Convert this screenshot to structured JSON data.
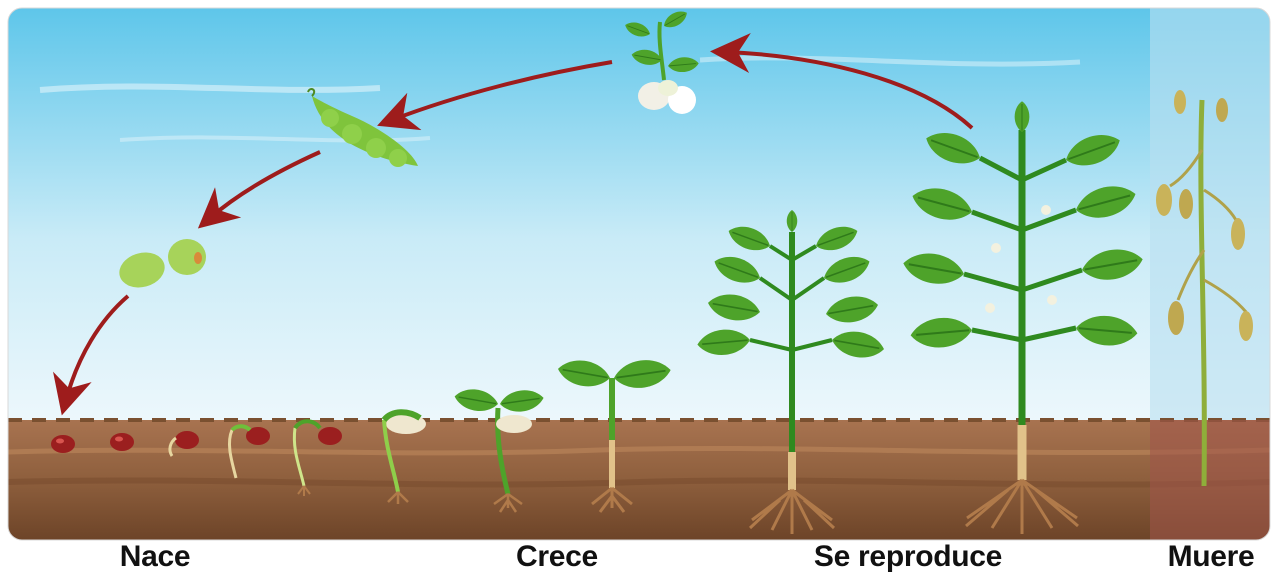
{
  "stages": [
    {
      "label": "Nace"
    },
    {
      "label": "Crece"
    },
    {
      "label": "Se reproduce"
    },
    {
      "label": "Muere"
    }
  ],
  "colors": {
    "sky_top": "#5ec6ea",
    "sky_bottom": "#eef8fc",
    "soil_top": "#9b6a45",
    "soil_dark": "#6d4428",
    "leaf": "#4ea32a",
    "leaf_light": "#8dcc52",
    "stem": "#2f8a1f",
    "root": "#b07a4a",
    "seed": "#9b1f1f",
    "pod": "#7fc43c",
    "arrow": "#9e1c1c",
    "dead_plant": "#c9b35a"
  },
  "icons": [
    "bean-seed-icon",
    "sprout-icon",
    "seedling-icon",
    "bean-plant-icon",
    "flower-icon",
    "bean-pod-icon",
    "bean-seed-pair-icon",
    "dead-plant-icon",
    "cycle-arrow-icon"
  ]
}
